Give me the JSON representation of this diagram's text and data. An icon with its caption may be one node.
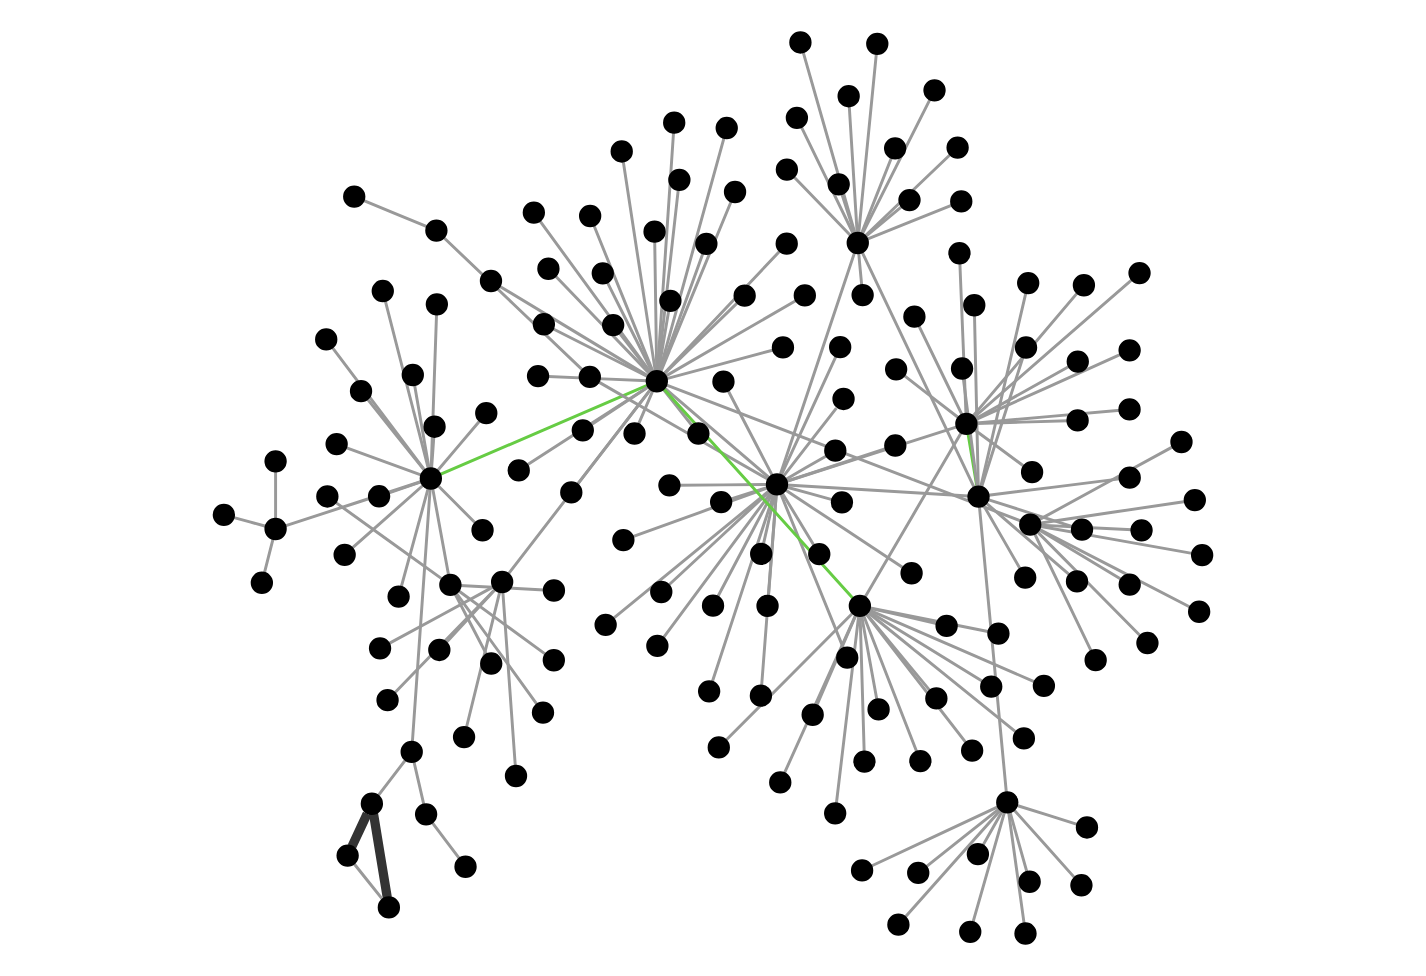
{
  "diagram": {
    "nodes": [
      {
        "text": [],
        "shape": "circle"
      },
      {
        "text": [],
        "shape": "circle"
      },
      {
        "text": [],
        "shape": "circle"
      },
      {
        "text": [],
        "shape": "circle"
      },
      {
        "text": [],
        "shape": "circle"
      },
      {
        "text": [],
        "shape": "circle"
      },
      {
        "text": [],
        "shape": "circle"
      },
      {
        "text": [],
        "shape": "circle"
      },
      {
        "text": [],
        "shape": "circle"
      },
      {
        "text": [],
        "shape": "circle"
      },
      {
        "text": [],
        "shape": "circle"
      },
      {
        "text": [],
        "shape": "circle"
      },
      {
        "text": [],
        "shape": "circle"
      },
      {
        "text": [],
        "shape": "circle"
      },
      {
        "text": [],
        "shape": "circle"
      },
      {
        "text": [],
        "shape": "circle"
      },
      {
        "text": [],
        "shape": "circle"
      },
      {
        "text": [],
        "shape": "circle"
      },
      {
        "text": [],
        "shape": "circle"
      },
      {
        "text": [],
        "shape": "circle"
      },
      {
        "text": [],
        "shape": "circle"
      },
      {
        "text": [],
        "shape": "circle"
      },
      {
        "text": [],
        "shape": "circle"
      },
      {
        "text": [],
        "shape": "circle"
      },
      {
        "text": [],
        "shape": "circle"
      },
      {
        "text": [],
        "shape": "circle"
      },
      {
        "text": [],
        "shape": "circle"
      },
      {
        "text": [],
        "shape": "circle"
      },
      {
        "text": [],
        "shape": "circle"
      },
      {
        "text": [],
        "shape": "circle"
      },
      {
        "text": [],
        "shape": "circle"
      },
      {
        "text": [],
        "shape": "circle"
      },
      {
        "text": [],
        "shape": "circle"
      },
      {
        "text": [],
        "shape": "circle"
      },
      {
        "text": [],
        "shape": "circle"
      },
      {
        "text": [],
        "shape": "circle"
      },
      {
        "text": [],
        "shape": "circle"
      },
      {
        "text": [],
        "shape": "circle"
      },
      {
        "text": [],
        "shape": "circle"
      },
      {
        "text": [],
        "shape": "circle"
      },
      {
        "text": [],
        "shape": "circle"
      },
      {
        "text": [],
        "shape": "circle"
      },
      {
        "text": [],
        "shape": "circle"
      },
      {
        "text": [],
        "shape": "circle"
      },
      {
        "text": [],
        "shape": "circle"
      },
      {
        "text": [],
        "shape": "circle"
      },
      {
        "text": [],
        "shape": "circle"
      },
      {
        "text": [],
        "shape": "circle"
      },
      {
        "text": [],
        "shape": "circle"
      },
      {
        "text": [],
        "shape": "circle"
      },
      {
        "text": [],
        "shape": "circle"
      },
      {
        "text": [],
        "shape": "circle"
      },
      {
        "text": [],
        "shape": "circle"
      },
      {
        "text": [],
        "shape": "circle"
      },
      {
        "text": [],
        "shape": "circle"
      },
      {
        "text": [],
        "shape": "circle"
      },
      {
        "text": [],
        "shape": "circle"
      },
      {
        "text": [],
        "shape": "circle"
      },
      {
        "text": [],
        "shape": "circle"
      },
      {
        "text": [],
        "shape": "circle"
      },
      {
        "text": [],
        "shape": "circle"
      },
      {
        "text": [],
        "shape": "circle"
      },
      {
        "text": [],
        "shape": "circle"
      },
      {
        "text": [],
        "shape": "circle"
      },
      {
        "text": [],
        "shape": "circle"
      },
      {
        "text": [],
        "shape": "circle"
      },
      {
        "text": [],
        "shape": "circle"
      },
      {
        "text": [],
        "shape": "circle"
      },
      {
        "text": [],
        "shape": "circle"
      },
      {
        "text": [],
        "shape": "circle"
      },
      {
        "text": [],
        "shape": "circle"
      },
      {
        "text": [],
        "shape": "circle"
      },
      {
        "text": [],
        "shape": "circle"
      },
      {
        "text": [],
        "shape": "circle"
      },
      {
        "text": [],
        "shape": "circle"
      },
      {
        "text": [],
        "shape": "circle"
      },
      {
        "text": [],
        "shape": "circle"
      },
      {
        "text": [],
        "shape": "circle"
      },
      {
        "text": [],
        "shape": "circle"
      },
      {
        "text": [],
        "shape": "circle"
      },
      {
        "text": [],
        "shape": "circle"
      },
      {
        "text": [],
        "shape": "circle"
      },
      {
        "text": [],
        "shape": "circle"
      },
      {
        "text": [],
        "shape": "circle"
      },
      {
        "text": [],
        "shape": "circle"
      },
      {
        "text": [],
        "shape": "circle"
      },
      {
        "text": [],
        "shape": "circle"
      },
      {
        "text": [],
        "shape": "circle"
      },
      {
        "text": [],
        "shape": "circle"
      },
      {
        "text": [],
        "shape": "circle"
      },
      {
        "text": [],
        "shape": "circle"
      },
      {
        "text": [],
        "shape": "circle"
      },
      {
        "text": [],
        "shape": "circle"
      },
      {
        "text": [],
        "shape": "circle"
      },
      {
        "text": [],
        "shape": "circle"
      },
      {
        "text": [],
        "shape": "circle"
      },
      {
        "text": [],
        "shape": "circle"
      },
      {
        "text": [],
        "shape": "circle"
      },
      {
        "text": [],
        "shape": "circle"
      },
      {
        "text": [],
        "shape": "circle"
      },
      {
        "text": [],
        "shape": "circle"
      },
      {
        "text": [],
        "shape": "circle"
      },
      {
        "text": [],
        "shape": "circle"
      },
      {
        "text": [],
        "shape": "circle"
      },
      {
        "text": [],
        "shape": "circle"
      },
      {
        "text": [],
        "shape": "circle"
      },
      {
        "text": [],
        "shape": "circle"
      },
      {
        "text": [],
        "shape": "circle"
      },
      {
        "text": [],
        "shape": "circle"
      },
      {
        "text": [],
        "shape": "circle"
      },
      {
        "text": [],
        "shape": "circle"
      },
      {
        "text": [],
        "shape": "circle"
      },
      {
        "text": [],
        "shape": "circle"
      },
      {
        "text": [],
        "shape": "circle"
      },
      {
        "text": [],
        "shape": "circle"
      },
      {
        "text": [],
        "shape": "circle"
      },
      {
        "text": [],
        "shape": "circle"
      },
      {
        "text": [],
        "shape": "circle"
      },
      {
        "text": [],
        "shape": "circle"
      },
      {
        "text": [],
        "shape": "circle"
      },
      {
        "text": [],
        "shape": "circle"
      },
      {
        "text": [],
        "shape": "circle"
      },
      {
        "text": [],
        "shape": "circle"
      },
      {
        "text": [],
        "shape": "circle"
      },
      {
        "text": [],
        "shape": "circle"
      },
      {
        "text": [],
        "shape": "circle"
      },
      {
        "text": [],
        "shape": "circle"
      },
      {
        "text": [],
        "shape": "circle"
      },
      {
        "text": [],
        "shape": "circle"
      },
      {
        "text": [],
        "shape": "circle"
      },
      {
        "text": [],
        "shape": "circle"
      },
      {
        "text": [],
        "shape": "circle"
      },
      {
        "text": [],
        "shape": "circle"
      },
      {
        "text": [],
        "shape": "circle"
      },
      {
        "text": [],
        "shape": "circle"
      },
      {
        "text": [],
        "shape": "circle"
      },
      {
        "text": [],
        "shape": "circle"
      },
      {
        "text": [],
        "shape": "circle"
      },
      {
        "text": [],
        "shape": "circle"
      },
      {
        "text": [],
        "shape": "circle"
      },
      {
        "text": [],
        "shape": "circle"
      },
      {
        "text": [],
        "shape": "circle"
      },
      {
        "text": [],
        "shape": "circle"
      },
      {
        "text": [],
        "shape": "circle"
      },
      {
        "text": [],
        "shape": "circle"
      },
      {
        "text": [],
        "shape": "circle"
      },
      {
        "text": [],
        "shape": "circle"
      },
      {
        "text": [],
        "shape": "circle"
      },
      {
        "text": [],
        "shape": "circle"
      },
      {
        "text": [],
        "shape": "circle"
      },
      {
        "text": [],
        "shape": "circle"
      },
      {
        "text": [],
        "shape": "circle"
      }
    ],
    "edges": [
      {
        "from": 0,
        "to": 1,
        "arrow": "none"
      },
      {
        "from": 2,
        "to": 0,
        "arrow": "none",
        "color": "#66cc44"
      },
      {
        "from": 0,
        "to": 3,
        "arrow": "none",
        "color": "#66cc44"
      },
      {
        "from": 0,
        "to": 7,
        "arrow": "none"
      },
      {
        "from": 0,
        "to": 10,
        "arrow": "none"
      },
      {
        "from": 1,
        "to": 5,
        "arrow": "none"
      },
      {
        "from": 1,
        "to": 4,
        "arrow": "none"
      },
      {
        "from": 1,
        "to": 8,
        "arrow": "none"
      },
      {
        "from": 4,
        "to": 8,
        "arrow": "none"
      },
      {
        "from": 5,
        "to": 8,
        "arrow": "none",
        "color": "#66cc44"
      },
      {
        "from": 8,
        "to": 6,
        "arrow": "none"
      },
      {
        "from": 3,
        "to": 9,
        "arrow": "none"
      },
      {
        "from": 3,
        "to": 11,
        "arrow": "none"
      },
      {
        "from": 2,
        "to": 5,
        "arrow": "none"
      },
      {
        "from": 3,
        "to": 12,
        "arrow": "none"
      },
      {
        "from": 12,
        "to": 13,
        "arrow": "none"
      },
      {
        "from": 13,
        "to": 14,
        "arrow": "none"
      },
      {
        "from": 12,
        "to": 15,
        "arrow": "none"
      },
      {
        "from": 15,
        "to": 16,
        "arrow": "none",
        "style": "thick",
        "color": "#333333"
      },
      {
        "from": 15,
        "to": 17,
        "arrow": "none",
        "style": "thick",
        "color": "#333333"
      },
      {
        "from": 16,
        "to": 17,
        "arrow": "none"
      },
      {
        "from": 18,
        "to": 19,
        "arrow": "none"
      },
      {
        "from": 19,
        "to": 20,
        "arrow": "none"
      },
      {
        "from": 1,
        "to": 18,
        "arrow": "none"
      },
      {
        "from": 0,
        "to": 21,
        "arrow": "none"
      },
      {
        "from": 0,
        "to": 22,
        "arrow": "none"
      },
      {
        "from": 0,
        "to": 23,
        "arrow": "none"
      },
      {
        "from": 0,
        "to": 24,
        "arrow": "none"
      },
      {
        "from": 0,
        "to": 25,
        "arrow": "none"
      },
      {
        "from": 0,
        "to": 26,
        "arrow": "none"
      },
      {
        "from": 0,
        "to": 27,
        "arrow": "none"
      },
      {
        "from": 0,
        "to": 28,
        "arrow": "none"
      },
      {
        "from": 0,
        "to": 29,
        "arrow": "none"
      },
      {
        "from": 0,
        "to": 30,
        "arrow": "none"
      },
      {
        "from": 0,
        "to": 31,
        "arrow": "none"
      },
      {
        "from": 0,
        "to": 32,
        "arrow": "none"
      },
      {
        "from": 0,
        "to": 33,
        "arrow": "none"
      },
      {
        "from": 0,
        "to": 34,
        "arrow": "none"
      },
      {
        "from": 0,
        "to": 35,
        "arrow": "none"
      },
      {
        "from": 0,
        "to": 36,
        "arrow": "none"
      },
      {
        "from": 0,
        "to": 37,
        "arrow": "none"
      },
      {
        "from": 0,
        "to": 38,
        "arrow": "none"
      },
      {
        "from": 0,
        "to": 39,
        "arrow": "none"
      },
      {
        "from": 0,
        "to": 40,
        "arrow": "none"
      },
      {
        "from": 0,
        "to": 41,
        "arrow": "none"
      },
      {
        "from": 0,
        "to": 42,
        "arrow": "none"
      },
      {
        "from": 0,
        "to": 43,
        "arrow": "none"
      },
      {
        "from": 0,
        "to": 44,
        "arrow": "none"
      },
      {
        "from": 0,
        "to": 45,
        "arrow": "none"
      },
      {
        "from": 1,
        "to": 46,
        "arrow": "none"
      },
      {
        "from": 1,
        "to": 47,
        "arrow": "none"
      },
      {
        "from": 1,
        "to": 48,
        "arrow": "none"
      },
      {
        "from": 1,
        "to": 49,
        "arrow": "none"
      },
      {
        "from": 1,
        "to": 50,
        "arrow": "none"
      },
      {
        "from": 1,
        "to": 51,
        "arrow": "none"
      },
      {
        "from": 1,
        "to": 52,
        "arrow": "none"
      },
      {
        "from": 1,
        "to": 53,
        "arrow": "none"
      },
      {
        "from": 1,
        "to": 54,
        "arrow": "none"
      },
      {
        "from": 1,
        "to": 55,
        "arrow": "none"
      },
      {
        "from": 1,
        "to": 56,
        "arrow": "none"
      },
      {
        "from": 1,
        "to": 57,
        "arrow": "none"
      },
      {
        "from": 1,
        "to": 58,
        "arrow": "none"
      },
      {
        "from": 1,
        "to": 59,
        "arrow": "none"
      },
      {
        "from": 1,
        "to": 60,
        "arrow": "none"
      },
      {
        "from": 1,
        "to": 61,
        "arrow": "none"
      },
      {
        "from": 1,
        "to": 62,
        "arrow": "none"
      },
      {
        "from": 1,
        "to": 63,
        "arrow": "none"
      },
      {
        "from": 1,
        "to": 64,
        "arrow": "none"
      },
      {
        "from": 1,
        "to": 65,
        "arrow": "none"
      },
      {
        "from": 2,
        "to": 66,
        "arrow": "none"
      },
      {
        "from": 2,
        "to": 67,
        "arrow": "none"
      },
      {
        "from": 2,
        "to": 68,
        "arrow": "none"
      },
      {
        "from": 2,
        "to": 69,
        "arrow": "none"
      },
      {
        "from": 2,
        "to": 70,
        "arrow": "none"
      },
      {
        "from": 2,
        "to": 71,
        "arrow": "none"
      },
      {
        "from": 2,
        "to": 72,
        "arrow": "none"
      },
      {
        "from": 2,
        "to": 73,
        "arrow": "none"
      },
      {
        "from": 2,
        "to": 74,
        "arrow": "none"
      },
      {
        "from": 2,
        "to": 75,
        "arrow": "none"
      },
      {
        "from": 2,
        "to": 76,
        "arrow": "none"
      },
      {
        "from": 2,
        "to": 77,
        "arrow": "none"
      },
      {
        "from": 2,
        "to": 78,
        "arrow": "none"
      },
      {
        "from": 2,
        "to": 79,
        "arrow": "none"
      },
      {
        "from": 3,
        "to": 80,
        "arrow": "none"
      },
      {
        "from": 3,
        "to": 81,
        "arrow": "none"
      },
      {
        "from": 3,
        "to": 82,
        "arrow": "none"
      },
      {
        "from": 3,
        "to": 83,
        "arrow": "none"
      },
      {
        "from": 3,
        "to": 84,
        "arrow": "none"
      },
      {
        "from": 3,
        "to": 85,
        "arrow": "none"
      },
      {
        "from": 3,
        "to": 86,
        "arrow": "none"
      },
      {
        "from": 3,
        "to": 87,
        "arrow": "none"
      },
      {
        "from": 3,
        "to": 88,
        "arrow": "none"
      },
      {
        "from": 3,
        "to": 89,
        "arrow": "none"
      },
      {
        "from": 3,
        "to": 90,
        "arrow": "none"
      },
      {
        "from": 3,
        "to": 91,
        "arrow": "none"
      },
      {
        "from": 4,
        "to": 92,
        "arrow": "none"
      },
      {
        "from": 4,
        "to": 93,
        "arrow": "none"
      },
      {
        "from": 4,
        "to": 94,
        "arrow": "none"
      },
      {
        "from": 4,
        "to": 95,
        "arrow": "none"
      },
      {
        "from": 4,
        "to": 96,
        "arrow": "none"
      },
      {
        "from": 4,
        "to": 97,
        "arrow": "none"
      },
      {
        "from": 4,
        "to": 98,
        "arrow": "none"
      },
      {
        "from": 4,
        "to": 99,
        "arrow": "none"
      },
      {
        "from": 4,
        "to": 100,
        "arrow": "none"
      },
      {
        "from": 4,
        "to": 101,
        "arrow": "none"
      },
      {
        "from": 4,
        "to": 102,
        "arrow": "none"
      },
      {
        "from": 4,
        "to": 103,
        "arrow": "none"
      },
      {
        "from": 5,
        "to": 104,
        "arrow": "none"
      },
      {
        "from": 5,
        "to": 105,
        "arrow": "none"
      },
      {
        "from": 5,
        "to": 106,
        "arrow": "none"
      },
      {
        "from": 5,
        "to": 107,
        "arrow": "none"
      },
      {
        "from": 5,
        "to": 108,
        "arrow": "none"
      },
      {
        "from": 5,
        "to": 109,
        "arrow": "none"
      },
      {
        "from": 5,
        "to": 110,
        "arrow": "none"
      },
      {
        "from": 5,
        "to": 111,
        "arrow": "none"
      },
      {
        "from": 5,
        "to": 112,
        "arrow": "none"
      },
      {
        "from": 5,
        "to": 113,
        "arrow": "none"
      },
      {
        "from": 6,
        "to": 114,
        "arrow": "none"
      },
      {
        "from": 6,
        "to": 115,
        "arrow": "none"
      },
      {
        "from": 6,
        "to": 116,
        "arrow": "none"
      },
      {
        "from": 6,
        "to": 117,
        "arrow": "none"
      },
      {
        "from": 6,
        "to": 118,
        "arrow": "none"
      },
      {
        "from": 6,
        "to": 119,
        "arrow": "none"
      },
      {
        "from": 6,
        "to": 120,
        "arrow": "none"
      },
      {
        "from": 6,
        "to": 121,
        "arrow": "none"
      },
      {
        "from": 6,
        "to": 122,
        "arrow": "none"
      },
      {
        "from": 7,
        "to": 123,
        "arrow": "none"
      },
      {
        "from": 7,
        "to": 124,
        "arrow": "none"
      },
      {
        "from": 7,
        "to": 125,
        "arrow": "none"
      },
      {
        "from": 7,
        "to": 126,
        "arrow": "none"
      },
      {
        "from": 7,
        "to": 127,
        "arrow": "none"
      },
      {
        "from": 7,
        "to": 128,
        "arrow": "none"
      },
      {
        "from": 7,
        "to": 129,
        "arrow": "none"
      },
      {
        "from": 7,
        "to": 130,
        "arrow": "none"
      },
      {
        "from": 8,
        "to": 131,
        "arrow": "none"
      },
      {
        "from": 8,
        "to": 132,
        "arrow": "none"
      },
      {
        "from": 8,
        "to": 133,
        "arrow": "none"
      },
      {
        "from": 8,
        "to": 134,
        "arrow": "none"
      },
      {
        "from": 8,
        "to": 135,
        "arrow": "none"
      },
      {
        "from": 8,
        "to": 136,
        "arrow": "none"
      },
      {
        "from": 8,
        "to": 137,
        "arrow": "none"
      },
      {
        "from": 8,
        "to": 138,
        "arrow": "none"
      },
      {
        "from": 9,
        "to": 139,
        "arrow": "none"
      },
      {
        "from": 9,
        "to": 140,
        "arrow": "none"
      },
      {
        "from": 9,
        "to": 141,
        "arrow": "none"
      },
      {
        "from": 9,
        "to": 142,
        "arrow": "none"
      },
      {
        "from": 9,
        "to": 143,
        "arrow": "none"
      },
      {
        "from": 10,
        "to": 144,
        "arrow": "none"
      },
      {
        "from": 10,
        "to": 145,
        "arrow": "none"
      },
      {
        "from": 10,
        "to": 146,
        "arrow": "none"
      },
      {
        "from": 10,
        "to": 147,
        "arrow": "none"
      },
      {
        "from": 10,
        "to": 148,
        "arrow": "none"
      },
      {
        "from": 11,
        "to": 149,
        "arrow": "none"
      },
      {
        "from": 11,
        "to": 150,
        "arrow": "none"
      },
      {
        "from": 11,
        "to": 151,
        "arrow": "none"
      }
    ]
  }
}
